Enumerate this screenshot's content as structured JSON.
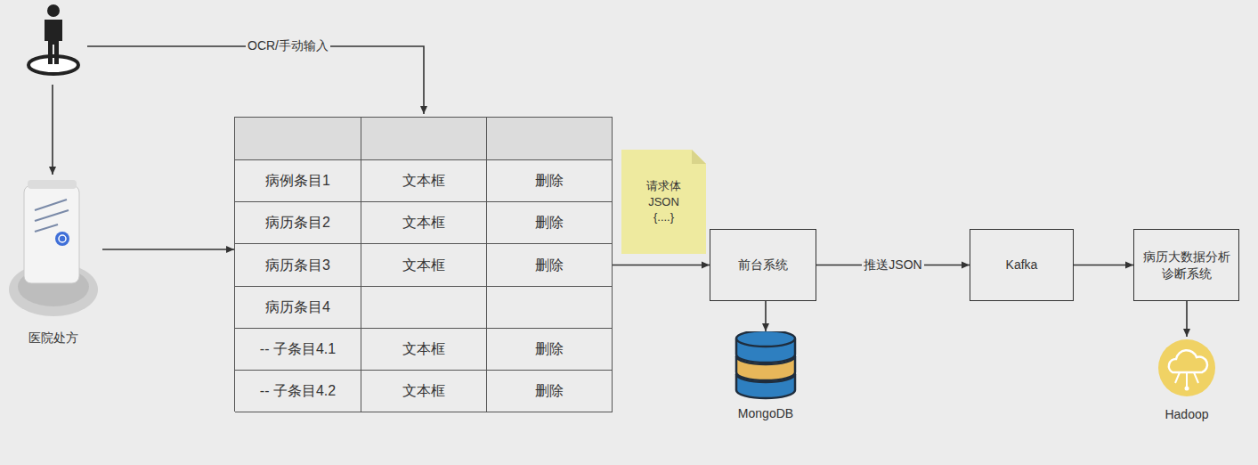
{
  "diagram": {
    "nodes": [
      {
        "text": [
          "医院处方"
        ]
      },
      {
        "text": [
          "病例条目1",
          "文本框",
          "删除",
          "病历条目2",
          "文本框",
          "删除",
          "病历条目3",
          "文本框",
          "删除",
          "病历条目4",
          "-- 子条目4.1",
          "文本框",
          "删除",
          "-- 子条目4.2",
          "文本框",
          "删除"
        ]
      },
      {
        "text": [
          "请求体 JSON {....}"
        ]
      },
      {
        "text": [
          "前台系统"
        ]
      },
      {
        "text": [
          "MongoDB"
        ]
      },
      {
        "text": [
          "Kafka"
        ]
      },
      {
        "text": [
          "病历大数据分析诊断系统"
        ]
      },
      {
        "text": [
          "Hadoop"
        ]
      }
    ],
    "edges": [
      {
        "from": 0,
        "to": 1,
        "arrow": "to"
      },
      {
        "from": 1,
        "to": 3,
        "arrow": "to"
      },
      {
        "from": 3,
        "to": 4,
        "arrow": "to"
      },
      {
        "from": 3,
        "to": 5,
        "label": "推送JSON",
        "arrow": "to"
      },
      {
        "from": 5,
        "to": 6,
        "arrow": "to"
      },
      {
        "from": 6,
        "to": 7,
        "arrow": "to"
      }
    ],
    "labels": [
      "OCR/手动输入"
    ]
  }
}
